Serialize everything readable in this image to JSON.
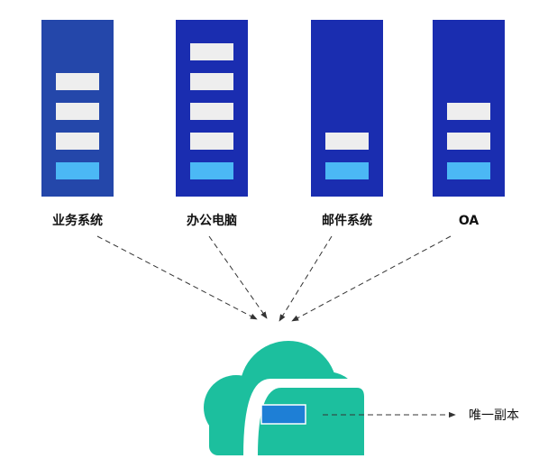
{
  "systems": [
    {
      "label": "业务系统",
      "gray_slots": 3,
      "blue_slots": 1
    },
    {
      "label": "办公电脑",
      "gray_slots": 4,
      "blue_slots": 1
    },
    {
      "label": "邮件系统",
      "gray_slots": 1,
      "blue_slots": 1
    },
    {
      "label": "OA",
      "gray_slots": 2,
      "blue_slots": 1
    }
  ],
  "copy": {
    "label": "唯一副本"
  },
  "icons": {
    "cloud": "cloud-icon",
    "server": "server-rack-icon"
  },
  "colors": {
    "rack_primary": "#1a2db0",
    "rack_first": "#2447aa",
    "slot_gray": "#eeeeee",
    "slot_blue": "#4bb8f5",
    "cloud": "#1cbf9e",
    "copy_box": "#1e7fd6",
    "arrow": "#333333"
  }
}
